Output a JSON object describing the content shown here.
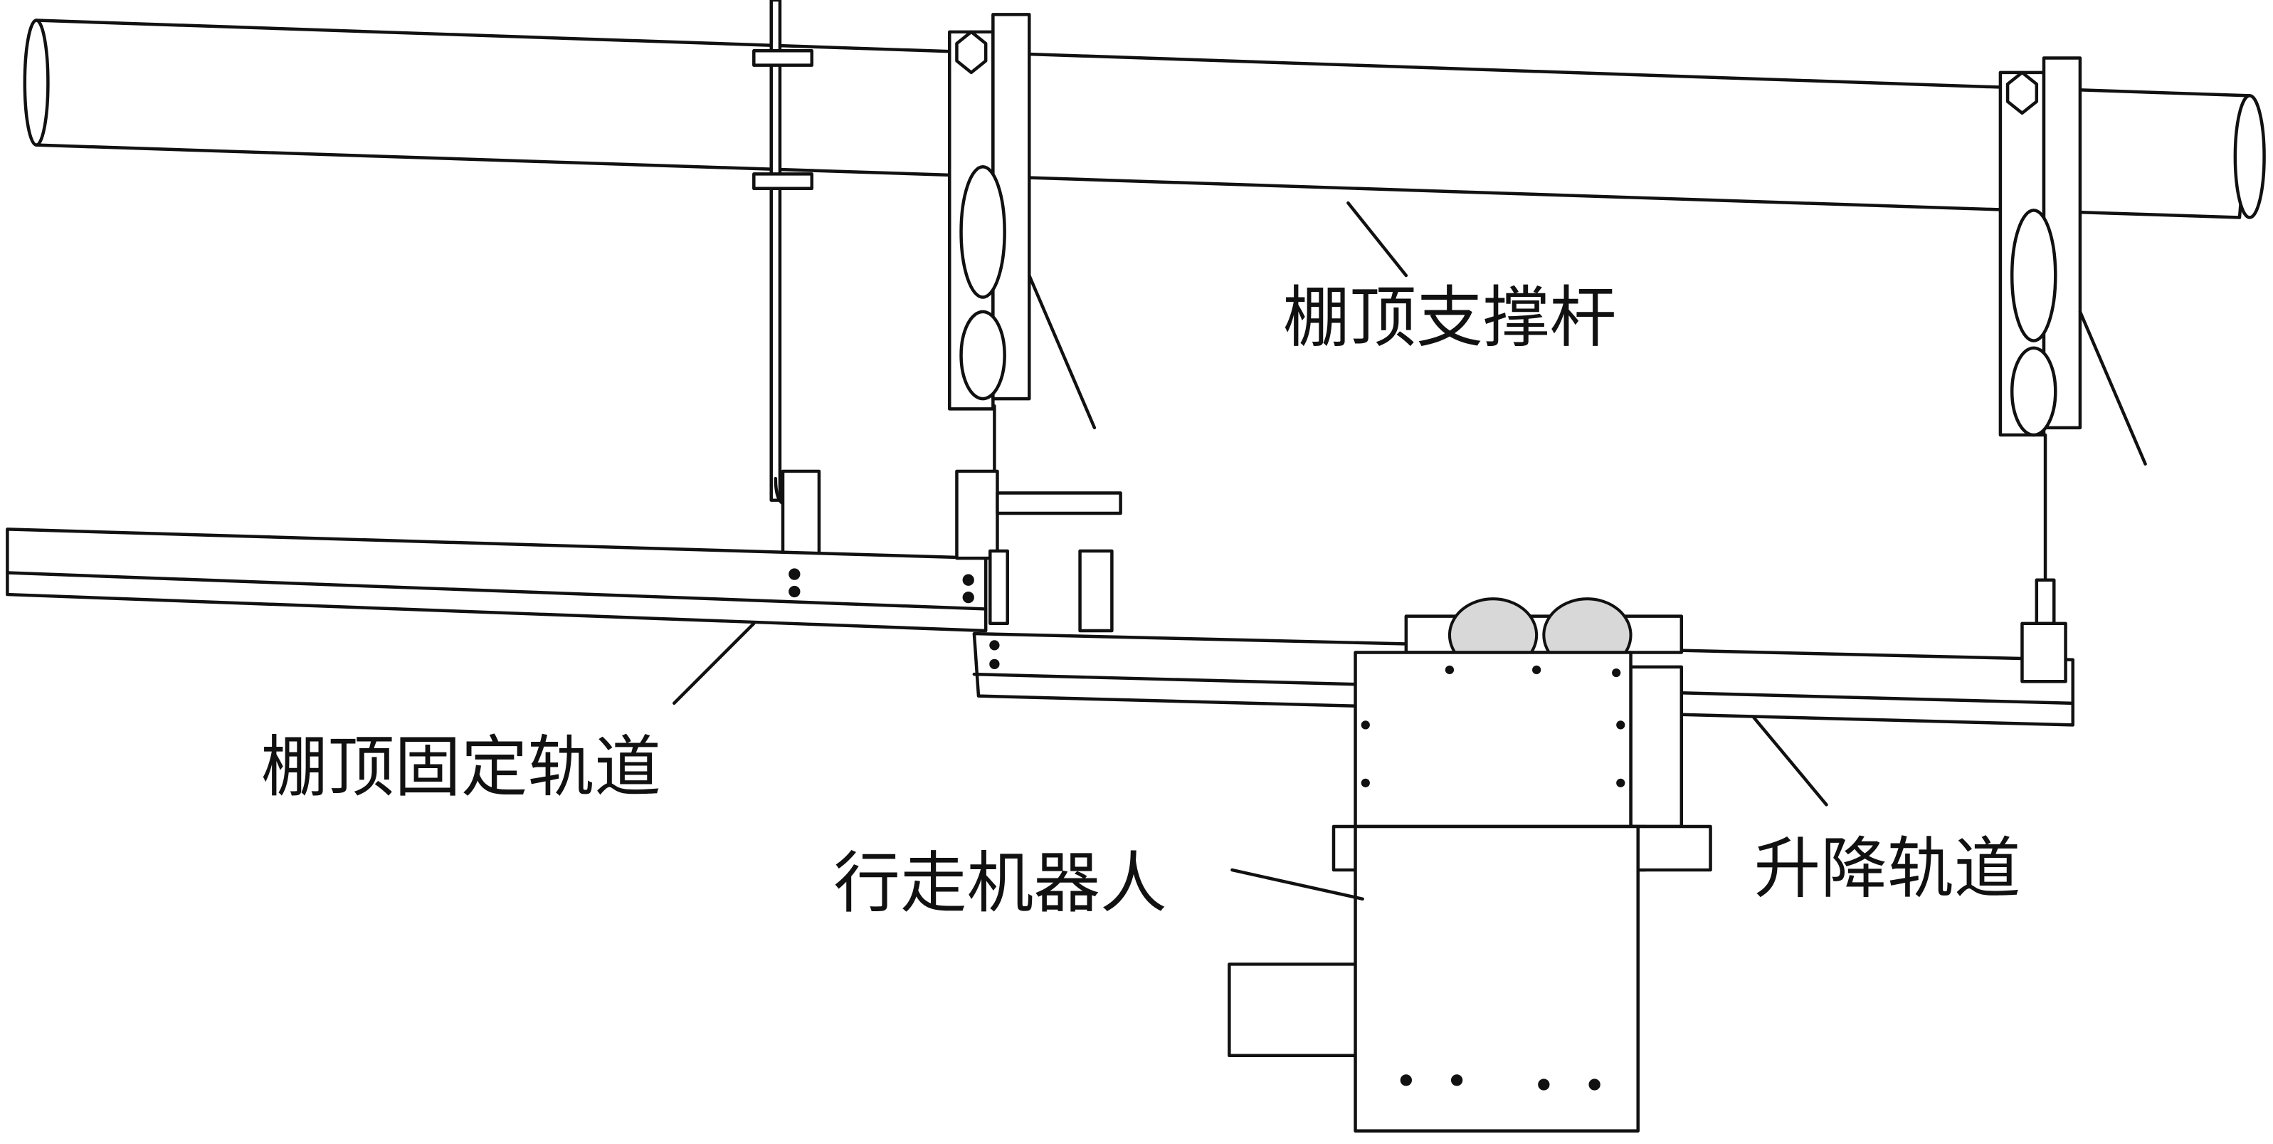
{
  "labels": {
    "ceiling_support_rod": "棚顶支撑杆",
    "ceiling_fixed_track": "棚顶固定轨道",
    "walking_robot": "行走机器人",
    "lifting_track": "升降轨道"
  }
}
